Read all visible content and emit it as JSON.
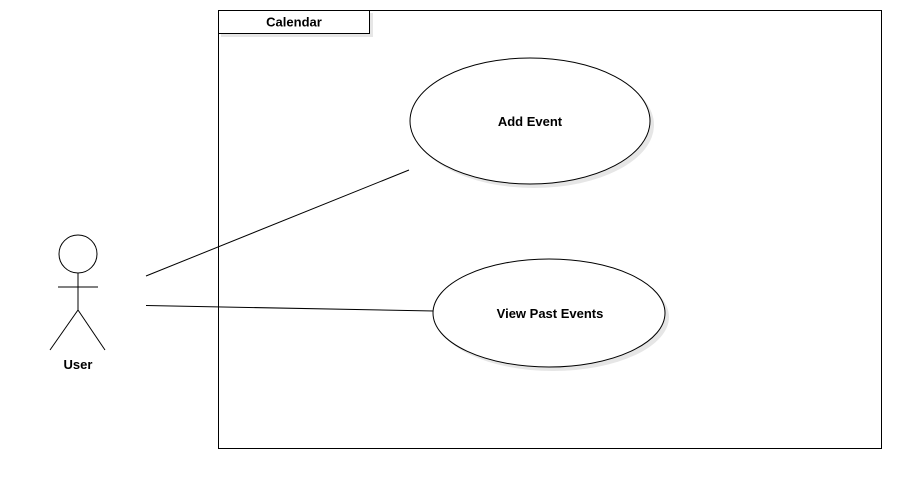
{
  "system": {
    "title": "Calendar"
  },
  "actor": {
    "name": "User"
  },
  "use_cases": [
    {
      "label": "Add Event"
    },
    {
      "label": "View Past Events"
    }
  ],
  "colors": {
    "line": "#000000",
    "fill": "#ffffff",
    "shadow": "#e6e6e6"
  }
}
